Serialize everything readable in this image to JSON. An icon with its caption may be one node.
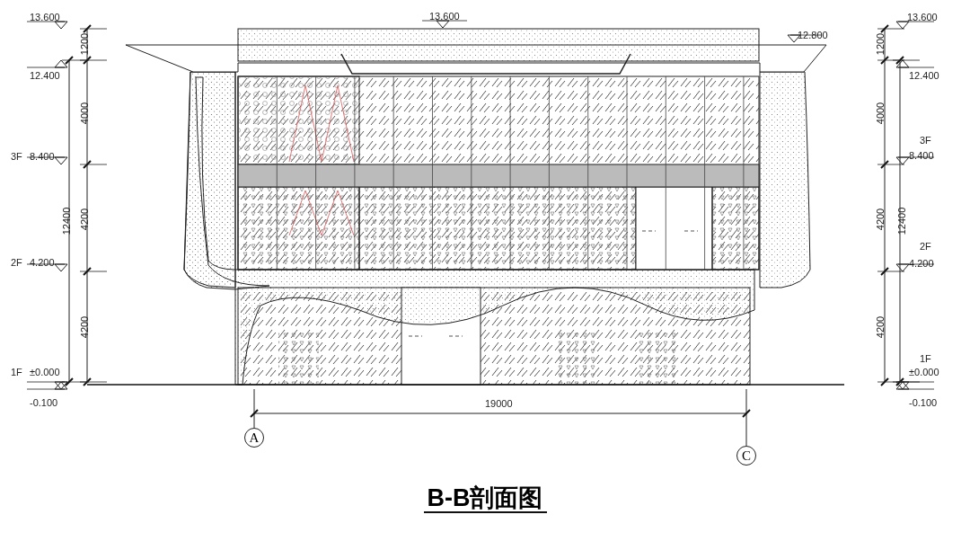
{
  "diagram": {
    "title": "B-B剖面图",
    "nodes": [
      {
        "text": [
          "A"
        ]
      },
      {
        "text": [
          "C"
        ]
      }
    ],
    "labels": [
      "13.600",
      "13.600",
      "13.600",
      "12.800",
      "1200",
      "1200",
      "12.400",
      "12.400",
      "4000",
      "4000",
      "3F",
      "3F",
      "8.400",
      "8.400",
      "12400",
      "4200",
      "4200",
      "12400",
      "2F",
      "2F",
      "4.200",
      "4.200",
      "4200",
      "4200",
      "1F",
      "1F",
      "±0.000",
      "±0.000",
      "-0.100",
      "19000",
      "-0.100"
    ]
  }
}
